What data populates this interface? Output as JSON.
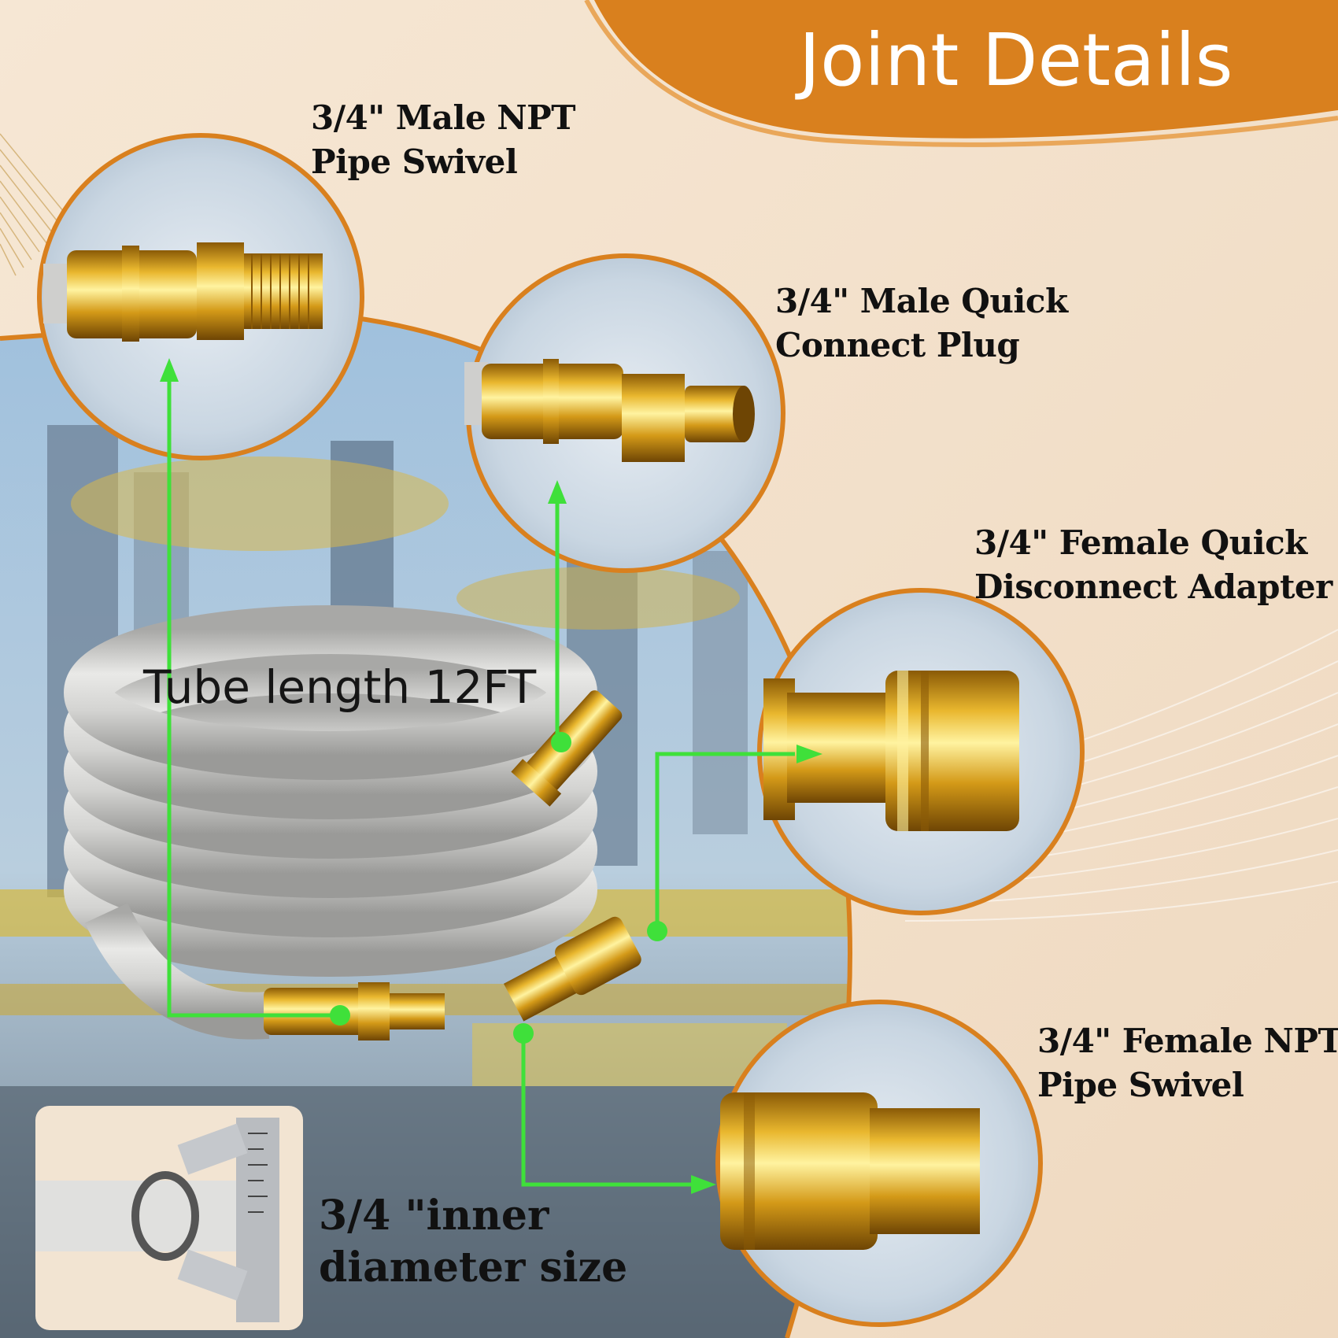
{
  "header": {
    "title": "Joint Details"
  },
  "callouts": {
    "male_npt": {
      "line1": "3/4\" Male NPT",
      "line2": "Pipe Swivel"
    },
    "male_quick": {
      "line1": "3/4\" Male Quick",
      "line2": "Connect Plug"
    },
    "female_quick": {
      "line1": "3/4\" Female Quick",
      "line2": "Disconnect Adapter"
    },
    "female_npt": {
      "line1": "3/4\" Female NPT",
      "line2": "Pipe Swivel"
    }
  },
  "tube": {
    "length_label": "Tube length 12FT"
  },
  "inner": {
    "line1": "3/4 \"inner",
    "line2": "diameter size"
  },
  "colors": {
    "accent_orange": "#d9801e",
    "arrow_green": "#3fe03a",
    "brass": "#d6a21c",
    "hose_gray": "#d3d3d1",
    "background_cream": "#f3e3cf"
  }
}
